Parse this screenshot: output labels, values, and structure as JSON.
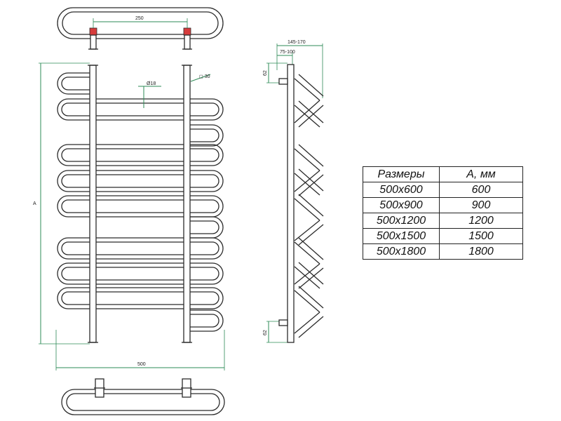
{
  "dimensions": {
    "top_spacing": "250",
    "tube_diameter": "Ø18",
    "post_square": "◻ 30",
    "height_label": "A",
    "width": "500",
    "depth_outer": "145-170",
    "depth_inner": "75-100",
    "side_top_offset": "62",
    "side_bottom_offset": "62"
  },
  "table": {
    "headers": [
      "Размеры",
      "А, мм"
    ],
    "rows": [
      [
        "500x600",
        "600"
      ],
      [
        "500x900",
        "900"
      ],
      [
        "500x1200",
        "1200"
      ],
      [
        "500x1500",
        "1500"
      ],
      [
        "500x1800",
        "1800"
      ]
    ]
  },
  "colors": {
    "line": "#2b2b2b",
    "dimension": "#2e8b57",
    "connector": "#d63c3c"
  }
}
